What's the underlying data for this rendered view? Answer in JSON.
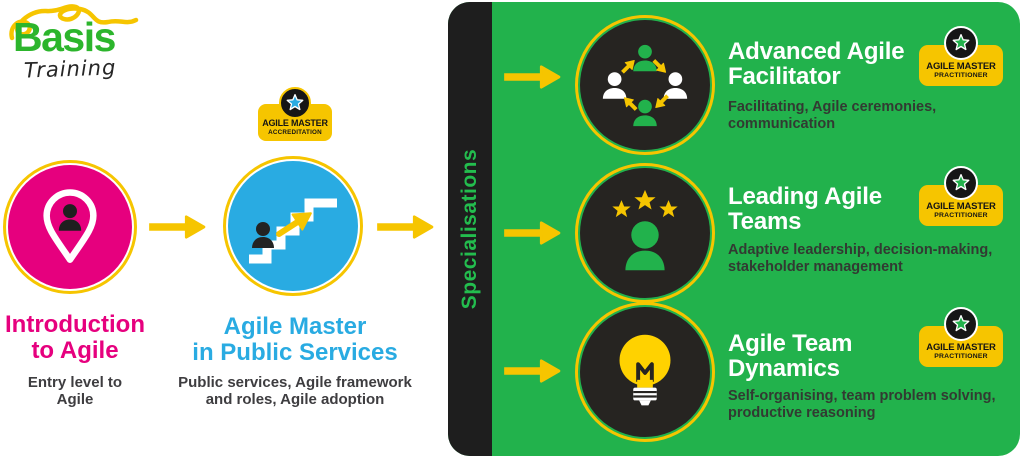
{
  "brand": {
    "name": "Basis",
    "tagline": "Training",
    "colors": {
      "logo_green": "#2CB52C",
      "scribble_yellow": "#F6C500"
    }
  },
  "palette": {
    "panel_green": "#22B24C",
    "strip_black": "#1E1E1E",
    "arrow_yellow": "#F6C500",
    "intro_pink": "#E6007E",
    "master_blue": "#29ABE2",
    "text_dark": "#3E3D40",
    "circle_dark": "#262421",
    "white": "#FFFFFF"
  },
  "pathway": {
    "steps": [
      {
        "title": "Introduction\nto Agile",
        "description": "Entry level to\nAgile",
        "icon": "location-pin-person-icon",
        "circle_color": "#E6007E"
      },
      {
        "title": "Agile Master\nin Public Services",
        "description": "Public services, Agile framework\nand roles, Agile adoption",
        "icon": "career-stairs-icon",
        "circle_color": "#29ABE2",
        "badge": {
          "line1": "AGILE MASTER",
          "line2": "ACCREDITATION",
          "star_color": "#29ABE2"
        }
      }
    ]
  },
  "specialisations": {
    "label": "Specialisations",
    "badge": {
      "line1": "AGILE MASTER",
      "line2": "PRACTITIONER",
      "star_color": "#22B24C"
    },
    "items": [
      {
        "title": "Advanced Agile\nFacilitator",
        "description": "Facilitating, Agile ceremonies,\ncommunication",
        "icon": "team-communication-icon"
      },
      {
        "title": "Leading Agile\nTeams",
        "description": "Adaptive leadership, decision-making,\nstakeholder management",
        "icon": "leader-stars-icon"
      },
      {
        "title": "Agile Team\nDynamics",
        "description": "Self-organising, team problem solving,\nproductive reasoning",
        "icon": "lightbulb-icon"
      }
    ]
  }
}
